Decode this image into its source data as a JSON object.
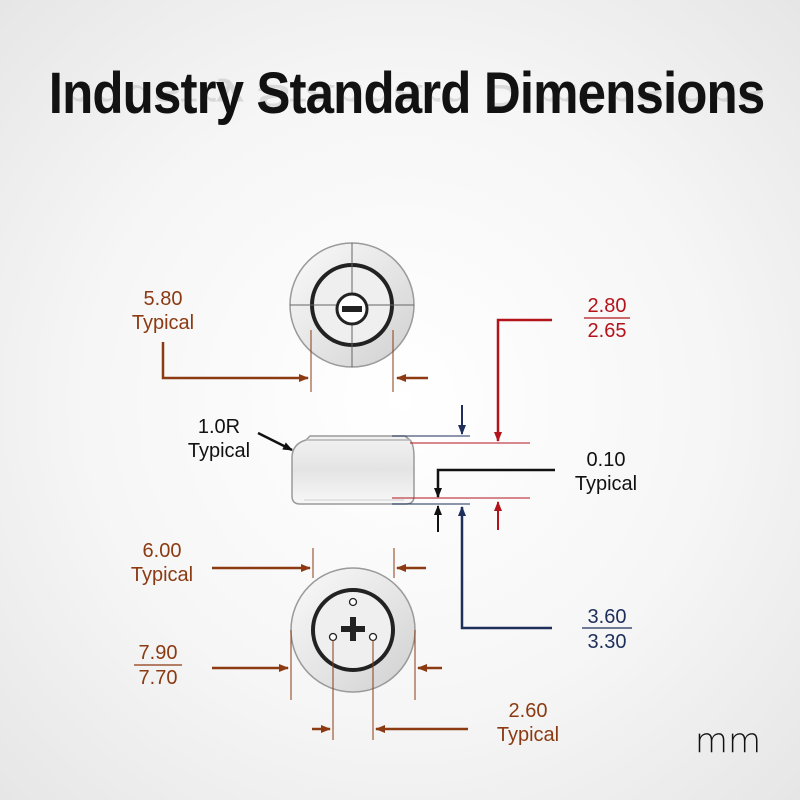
{
  "title": "Industry Standard Dimensions",
  "unit": "mm",
  "labels": {
    "top_dia_value": "5.80",
    "top_dia_note": "Typical",
    "height_max": "2.80",
    "height_min": "2.65",
    "radius_value": "1.0R",
    "radius_note": "Typical",
    "gap_value": "0.10",
    "gap_note": "Typical",
    "body_height_max": "3.60",
    "body_height_min": "3.30",
    "bottom_inner_value": "6.00",
    "bottom_inner_note": "Typical",
    "outer_dia_max": "7.90",
    "outer_dia_min": "7.70",
    "pin_spacing_value": "2.60",
    "pin_spacing_note": "Typical"
  },
  "colors": {
    "brown": "#8b3a12",
    "red": "#b3141c",
    "blue": "#1d2f5a",
    "black": "#111111"
  },
  "icons": {
    "negative_terminal": "minus-icon",
    "positive_terminal": "plus-icon"
  }
}
